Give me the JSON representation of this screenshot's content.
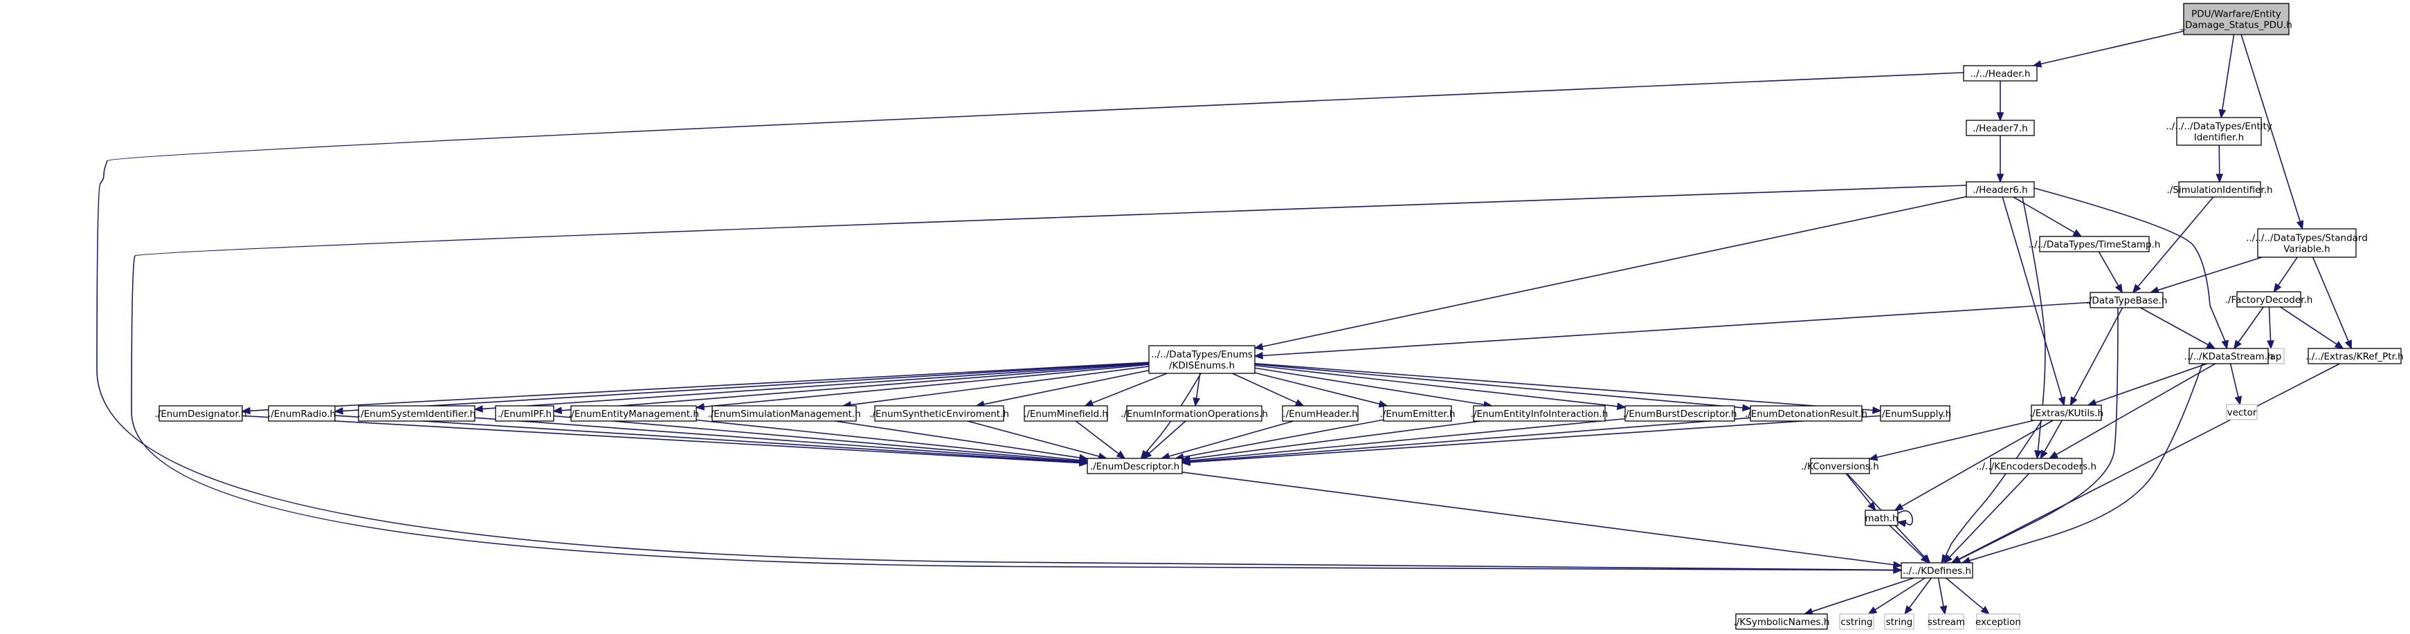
{
  "graph": {
    "nodes": [
      {
        "id": "root",
        "lines": [
          "PDU/Warfare/Entity",
          "_Damage_Status_PDU.h"
        ],
        "kind": "root"
      },
      {
        "id": "header_h",
        "lines": [
          "../../Header.h"
        ]
      },
      {
        "id": "header7",
        "lines": [
          "./Header7.h"
        ]
      },
      {
        "id": "header6",
        "lines": [
          "./Header6.h"
        ]
      },
      {
        "id": "entityid",
        "lines": [
          "../../../DataTypes/Entity",
          "Identifier.h"
        ]
      },
      {
        "id": "simid",
        "lines": [
          "./SimulationIdentifier.h"
        ]
      },
      {
        "id": "stdvar",
        "lines": [
          "../../../DataTypes/Standard",
          "Variable.h"
        ]
      },
      {
        "id": "timestamp",
        "lines": [
          "../../DataTypes/TimeStamp.h"
        ]
      },
      {
        "id": "dtbase",
        "lines": [
          "./DataTypeBase.h"
        ]
      },
      {
        "id": "factory",
        "lines": [
          "./FactoryDecoder.h"
        ]
      },
      {
        "id": "map",
        "lines": [
          "map"
        ],
        "kind": "sys"
      },
      {
        "id": "krefptr",
        "lines": [
          "../../Extras/KRef_Ptr.h"
        ]
      },
      {
        "id": "kdisenums",
        "lines": [
          "../../DataTypes/Enums",
          "/KDISEnums.h"
        ]
      },
      {
        "id": "kdatastream",
        "lines": [
          "../../KDataStream.h"
        ]
      },
      {
        "id": "vector",
        "lines": [
          "vector"
        ],
        "kind": "sys"
      },
      {
        "id": "kutils",
        "lines": [
          "./Extras/KUtils.h"
        ]
      },
      {
        "id": "kconv",
        "lines": [
          "./KConversions.h"
        ]
      },
      {
        "id": "kenc",
        "lines": [
          "../../KEncodersDecoders.h"
        ]
      },
      {
        "id": "mathh",
        "lines": [
          "math.h"
        ]
      },
      {
        "id": "kdefines",
        "lines": [
          "../../KDefines.h"
        ]
      },
      {
        "id": "ksym",
        "lines": [
          "./KSymbolicNames.h"
        ]
      },
      {
        "id": "cstring",
        "lines": [
          "cstring"
        ],
        "kind": "sys"
      },
      {
        "id": "string",
        "lines": [
          "string"
        ],
        "kind": "sys"
      },
      {
        "id": "sstream",
        "lines": [
          "sstream"
        ],
        "kind": "sys"
      },
      {
        "id": "exception",
        "lines": [
          "exception"
        ],
        "kind": "sys"
      },
      {
        "id": "enumdesignator",
        "lines": [
          "./EnumDesignator.h"
        ]
      },
      {
        "id": "enumradio",
        "lines": [
          "./EnumRadio.h"
        ]
      },
      {
        "id": "enumsysid",
        "lines": [
          "./EnumSystemIdentifier.h"
        ]
      },
      {
        "id": "enumipf",
        "lines": [
          "./EnumIPF.h"
        ]
      },
      {
        "id": "enumentmgmt",
        "lines": [
          "./EnumEntityManagement.h"
        ]
      },
      {
        "id": "enumsimmgmt",
        "lines": [
          "./EnumSimulationManagement.h"
        ]
      },
      {
        "id": "enumsynth",
        "lines": [
          "./EnumSyntheticEnviroment.h"
        ]
      },
      {
        "id": "enummine",
        "lines": [
          "./EnumMinefield.h"
        ]
      },
      {
        "id": "enuminfoops",
        "lines": [
          "./EnumInformationOperations.h"
        ]
      },
      {
        "id": "enumheader",
        "lines": [
          "./EnumHeader.h"
        ]
      },
      {
        "id": "enumemitter",
        "lines": [
          "./EnumEmitter.h"
        ]
      },
      {
        "id": "enumentinfo",
        "lines": [
          "./EnumEntityInfoInteraction.h"
        ]
      },
      {
        "id": "enumburst",
        "lines": [
          "./EnumBurstDescriptor.h"
        ]
      },
      {
        "id": "enumdet",
        "lines": [
          "./EnumDetonationResult.h"
        ]
      },
      {
        "id": "enumsupply",
        "lines": [
          "./EnumSupply.h"
        ]
      },
      {
        "id": "enumdesc",
        "lines": [
          "./EnumDescriptor.h"
        ]
      }
    ],
    "edges": [
      [
        "root",
        "header_h"
      ],
      [
        "root",
        "entityid"
      ],
      [
        "root",
        "stdvar"
      ],
      [
        "header_h",
        "header7"
      ],
      [
        "header_h",
        "kdefines"
      ],
      [
        "header7",
        "header6"
      ],
      [
        "header6",
        "kdisenums"
      ],
      [
        "header6",
        "timestamp"
      ],
      [
        "header6",
        "kdatastream"
      ],
      [
        "header6",
        "kutils"
      ],
      [
        "header6",
        "kenc"
      ],
      [
        "header6",
        "kdefines"
      ],
      [
        "entityid",
        "simid"
      ],
      [
        "simid",
        "dtbase"
      ],
      [
        "timestamp",
        "dtbase"
      ],
      [
        "stdvar",
        "dtbase"
      ],
      [
        "stdvar",
        "factory"
      ],
      [
        "stdvar",
        "krefptr"
      ],
      [
        "factory",
        "map"
      ],
      [
        "factory",
        "kdatastream"
      ],
      [
        "factory",
        "krefptr"
      ],
      [
        "dtbase",
        "kdisenums"
      ],
      [
        "dtbase",
        "kdatastream"
      ],
      [
        "dtbase",
        "kutils"
      ],
      [
        "dtbase",
        "kdefines"
      ],
      [
        "krefptr",
        "kdefines"
      ],
      [
        "kdatastream",
        "vector"
      ],
      [
        "kdatastream",
        "kutils"
      ],
      [
        "kdatastream",
        "kenc"
      ],
      [
        "kdatastream",
        "kdefines"
      ],
      [
        "kutils",
        "kconv"
      ],
      [
        "kutils",
        "mathh"
      ],
      [
        "kutils",
        "kenc"
      ],
      [
        "kutils",
        "kdefines"
      ],
      [
        "kconv",
        "mathh"
      ],
      [
        "kconv",
        "kdefines"
      ],
      [
        "mathh",
        "mathh"
      ],
      [
        "mathh",
        "kdefines"
      ],
      [
        "kenc",
        "kdefines"
      ],
      [
        "kdefines",
        "ksym"
      ],
      [
        "kdefines",
        "cstring"
      ],
      [
        "kdefines",
        "string"
      ],
      [
        "kdefines",
        "sstream"
      ],
      [
        "kdefines",
        "exception"
      ],
      [
        "kdisenums",
        "enumdesignator"
      ],
      [
        "kdisenums",
        "enumradio"
      ],
      [
        "kdisenums",
        "enumsysid"
      ],
      [
        "kdisenums",
        "enumipf"
      ],
      [
        "kdisenums",
        "enumentmgmt"
      ],
      [
        "kdisenums",
        "enumsimmgmt"
      ],
      [
        "kdisenums",
        "enumsynth"
      ],
      [
        "kdisenums",
        "enummine"
      ],
      [
        "kdisenums",
        "enuminfoops"
      ],
      [
        "kdisenums",
        "enumheader"
      ],
      [
        "kdisenums",
        "enumemitter"
      ],
      [
        "kdisenums",
        "enumentinfo"
      ],
      [
        "kdisenums",
        "enumburst"
      ],
      [
        "kdisenums",
        "enumdet"
      ],
      [
        "kdisenums",
        "enumsupply"
      ],
      [
        "kdisenums",
        "enumdesc"
      ],
      [
        "enumdesignator",
        "enumdesc"
      ],
      [
        "enumradio",
        "enumdesc"
      ],
      [
        "enumsysid",
        "enumdesc"
      ],
      [
        "enumipf",
        "enumdesc"
      ],
      [
        "enumentmgmt",
        "enumdesc"
      ],
      [
        "enumsimmgmt",
        "enumdesc"
      ],
      [
        "enumsynth",
        "enumdesc"
      ],
      [
        "enummine",
        "enumdesc"
      ],
      [
        "enuminfoops",
        "enumdesc"
      ],
      [
        "enumheader",
        "enumdesc"
      ],
      [
        "enumemitter",
        "enumdesc"
      ],
      [
        "enumentinfo",
        "enumdesc"
      ],
      [
        "enumburst",
        "enumdesc"
      ],
      [
        "enumdet",
        "enumdesc"
      ],
      [
        "enumsupply",
        "enumdesc"
      ],
      [
        "enumdesc",
        "kdefines"
      ]
    ]
  },
  "colors": {
    "edge": "#191970",
    "root_fill": "#bfbfbf",
    "sys_border": "#bfbfbf"
  }
}
